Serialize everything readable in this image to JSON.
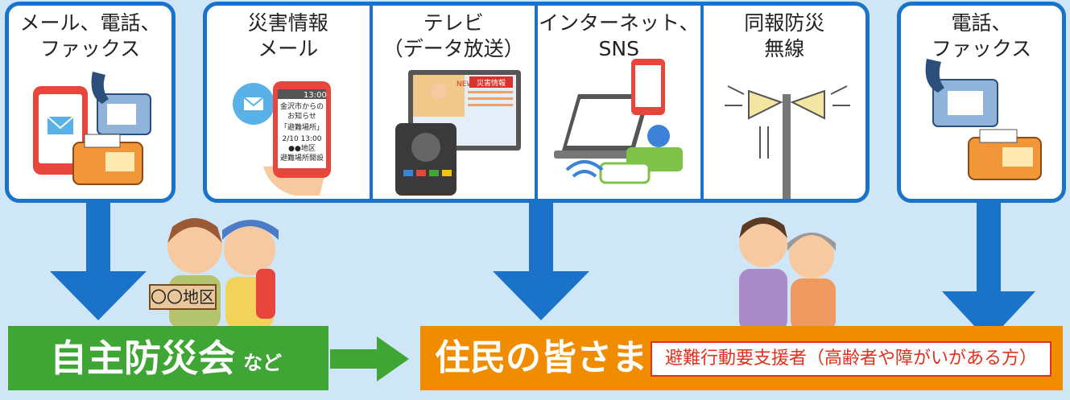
{
  "cards": {
    "left": {
      "title": "メール、電話、\nファックス"
    },
    "group": [
      {
        "title": "災害情報\nメール"
      },
      {
        "title": "テレビ\n（データ放送）"
      },
      {
        "title": "インターネット、\nSNS"
      },
      {
        "title": "同報防災\n無線"
      }
    ],
    "right": {
      "title": "電話、\nファックス"
    }
  },
  "phone_screen": {
    "time": "13:00",
    "line1": "金沢市からの",
    "line2": "お知らせ",
    "line3": "「避難場所」",
    "line4": "2/10 13:00",
    "line5": "●●地区",
    "line6": "避難場所開設"
  },
  "tv_screen": {
    "news": "NEWS",
    "banner": "災害情報"
  },
  "sign": {
    "text": "〇〇地区"
  },
  "bars": {
    "green": {
      "main": "自主防災会",
      "suffix": "など"
    },
    "orange": {
      "main": "住民の皆さま",
      "tag": "避難行動要支援者（高齢者や障がいがある方）"
    }
  },
  "colors": {
    "background": "#cfe6f7",
    "card_border": "#1a73c9",
    "arrow": "#1a73c9",
    "green_bar": "#3fa535",
    "orange_bar": "#f08c00",
    "tag_red": "#e0301e"
  }
}
